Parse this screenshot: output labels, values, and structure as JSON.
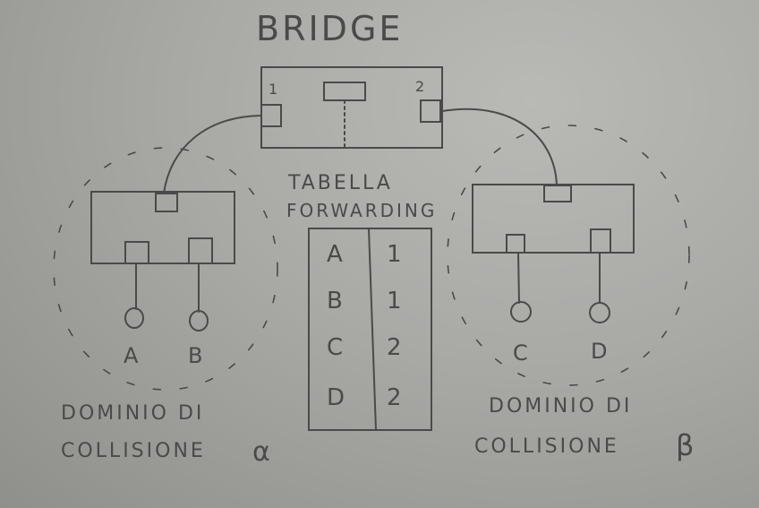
{
  "title": "BRIDGE",
  "bridge": {
    "port_left": "1",
    "port_right": "2"
  },
  "table": {
    "caption_line1": "TABELLA",
    "caption_line2": "FORWARDING",
    "rows": [
      {
        "host": "A",
        "port": "1"
      },
      {
        "host": "B",
        "port": "1"
      },
      {
        "host": "C",
        "port": "2"
      },
      {
        "host": "D",
        "port": "2"
      }
    ]
  },
  "left_domain": {
    "hosts": [
      "A",
      "B"
    ],
    "label_line1": "DOMINIO DI",
    "label_line2": "COLLISIONE",
    "symbol": "α"
  },
  "right_domain": {
    "hosts": [
      "C",
      "D"
    ],
    "label_line1": "DOMINIO DI",
    "label_line2": "COLLISIONE",
    "symbol": "β"
  },
  "colors": {
    "ink": "#4a4a4a",
    "paper": "#b0b0ad"
  }
}
